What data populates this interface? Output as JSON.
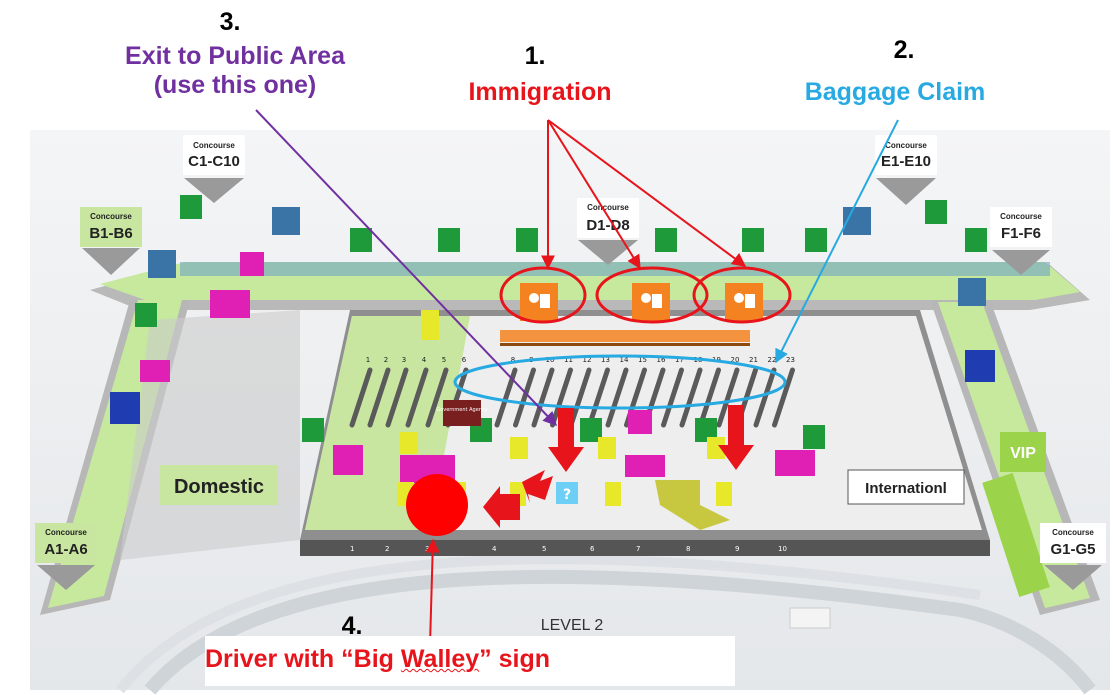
{
  "annotations": {
    "immigration": {
      "number": "1.",
      "label": "Immigration",
      "color": "#e8141b"
    },
    "baggage": {
      "number": "2.",
      "label": "Baggage Claim",
      "color": "#27a9e1"
    },
    "exit": {
      "number": "3.",
      "label_line1": "Exit to Public Area",
      "label_line2": "(use this one)",
      "color": "#7030a0"
    },
    "driver": {
      "number": "4.",
      "label_prefix": "Driver with “Big ",
      "label_underlined": "Walley",
      "label_suffix": "” sign",
      "color": "#e8141b"
    }
  },
  "map": {
    "level_label": "LEVEL 2",
    "domestic_label": "Domestic",
    "international_label": "Internationl",
    "vip_label": "VIP",
    "government_agency_label": "Government Agency",
    "concourses": [
      {
        "id": "c",
        "title": "Concourse",
        "gates": "C1-C10"
      },
      {
        "id": "b",
        "title": "Concourse",
        "gates": "B1-B6"
      },
      {
        "id": "d",
        "title": "Concourse",
        "gates": "D1-D8"
      },
      {
        "id": "e",
        "title": "Concourse",
        "gates": "E1-E10"
      },
      {
        "id": "f",
        "title": "Concourse",
        "gates": "F1-F6"
      },
      {
        "id": "a",
        "title": "Concourse",
        "gates": "A1-A6"
      },
      {
        "id": "g",
        "title": "Concourse",
        "gates": "G1-G5"
      }
    ],
    "carousel_numbers": [
      "1",
      "2",
      "3",
      "4",
      "5",
      "6",
      "8",
      "9",
      "10",
      "11",
      "12",
      "13",
      "14",
      "15",
      "16",
      "17",
      "18",
      "19",
      "20",
      "21",
      "22",
      "23"
    ],
    "door_numbers": [
      "1",
      "2",
      "3",
      "4",
      "5",
      "6",
      "7",
      "8",
      "9",
      "10"
    ],
    "colors": {
      "floor": "#e9e9e9",
      "domestic_zone": "#c8e6a0",
      "walkway": "#c4e89a",
      "restroom": "#1e9a3a",
      "immigration_counter": "#f58220",
      "shop": "#e01fb5",
      "annotation_red": "#e8141b",
      "annotation_blue": "#27a9e1",
      "annotation_purple": "#7030a0"
    }
  }
}
